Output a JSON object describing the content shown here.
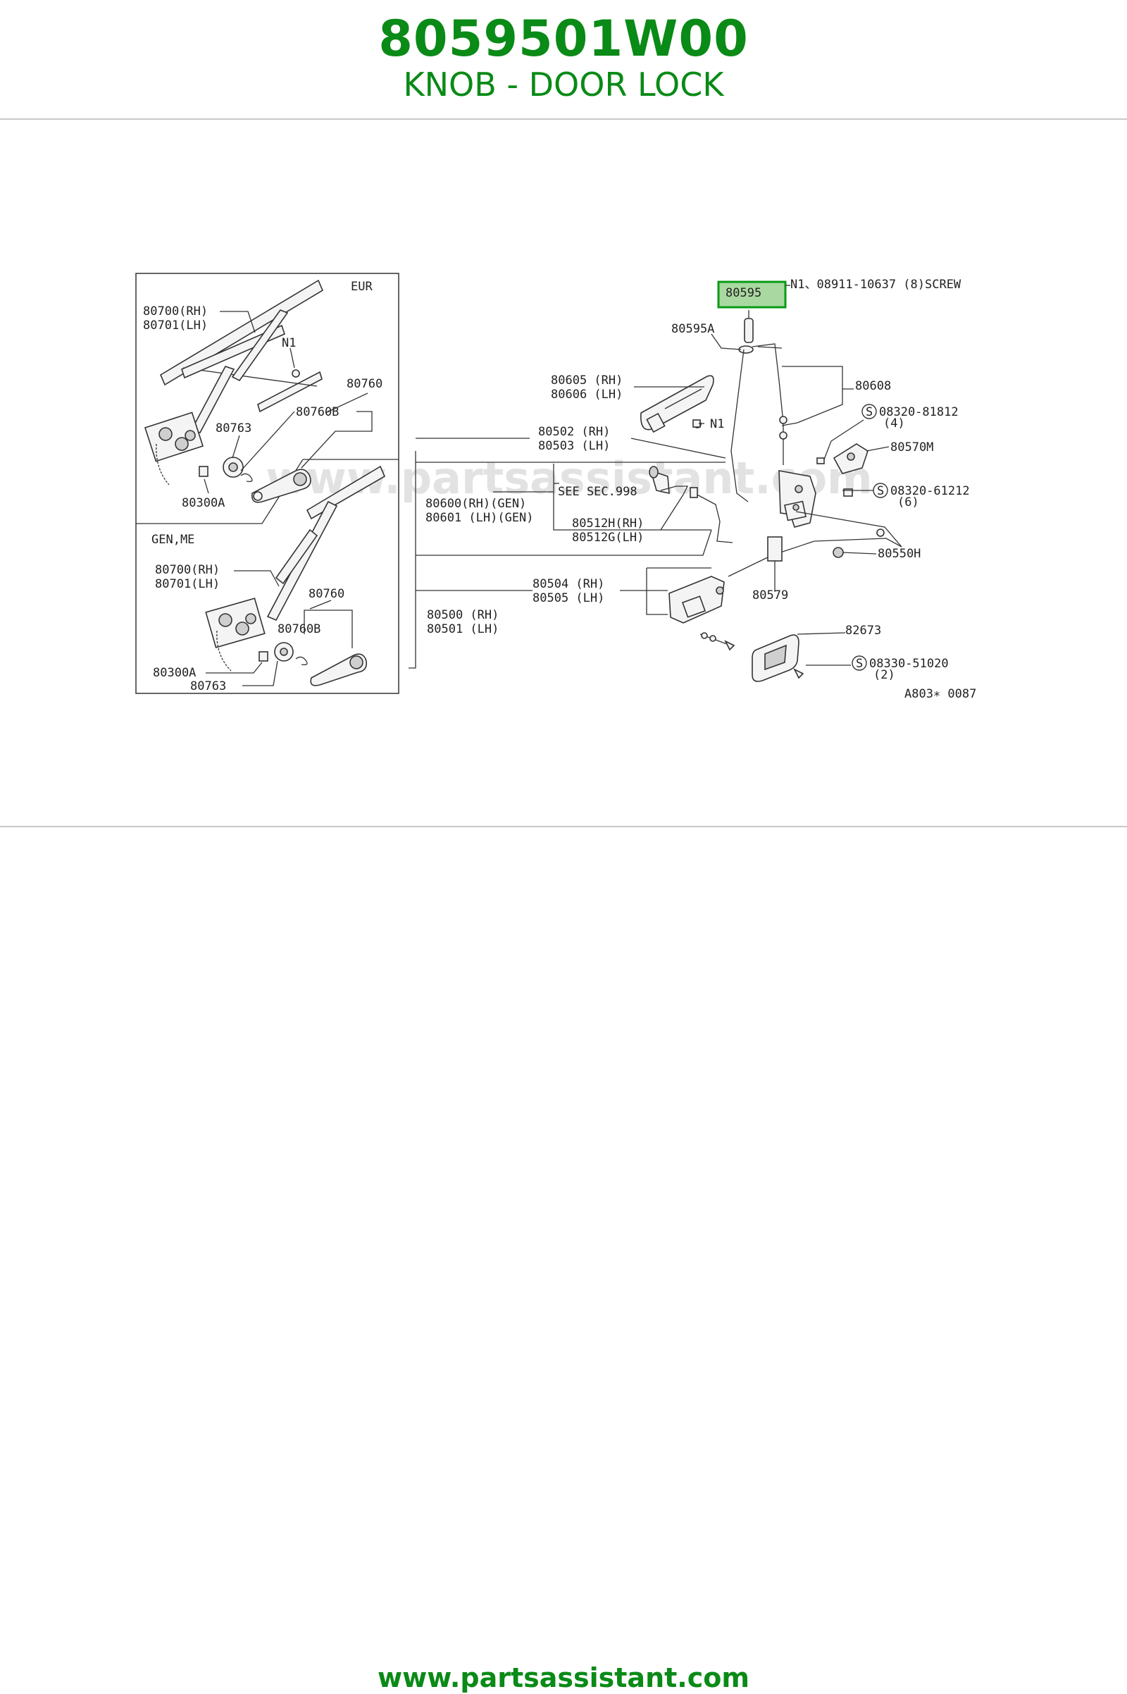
{
  "header": {
    "part_number": "8059501W00",
    "description": "KNOB - DOOR LOCK"
  },
  "footer": {
    "url": "www.partsassistant.com"
  },
  "diagram": {
    "watermark": "www.partsassistant.com",
    "highlight_color": "#0a9a14",
    "reference_code": "A803∗ 0087",
    "inset": {
      "eur_label": "EUR",
      "gen_me_label": "GEN,ME",
      "eur_parts": [
        "80700(RH)",
        "80701(LH)",
        "N1",
        "80760",
        "80763",
        "80760B",
        "80300A"
      ],
      "gen_parts": [
        "80700(RH)",
        "80701(LH)",
        "80760",
        "80760B",
        "80300A",
        "80763"
      ]
    },
    "parts": {
      "highlighted": "80595",
      "n1_screw": "N1、08911-10637 (8)SCREW",
      "p80595a": "80595A",
      "p80605": "80605 (RH)",
      "p80606": "80606 (LH)",
      "n1": "N1",
      "p80608": "80608",
      "s08320_81812": "08320-81812",
      "qty4": "(4)",
      "p80570m": "80570M",
      "p80502": "80502 (RH)",
      "p80503": "80503 (LH)",
      "see_sec": "SEE SEC.998",
      "s08320_61212": "08320-61212",
      "qty6": "(6)",
      "p80600": "80600(RH)(GEN)",
      "p80601": "80601 (LH)(GEN)",
      "p80512h": "80512H(RH)",
      "p80512g": "80512G(LH)",
      "p80550h": "80550H",
      "p80504": "80504 (RH)",
      "p80505": "80505 (LH)",
      "p80579": "80579",
      "p80500": "80500 (RH)",
      "p80501": "80501 (LH)",
      "p82673": "82673",
      "s08330_51020": "08330-51020",
      "qty2": "(2)",
      "s_mark": "S"
    }
  }
}
